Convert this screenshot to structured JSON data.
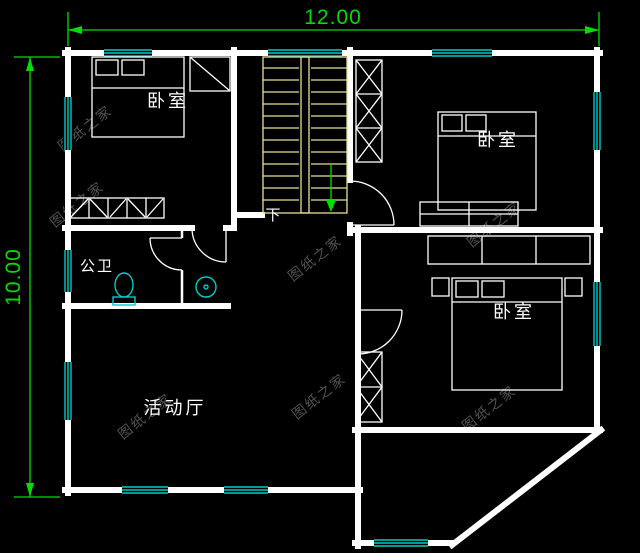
{
  "plan": {
    "dim_width": "12.00",
    "dim_height": "10.00",
    "rooms": {
      "bedroom_tl": "卧室",
      "bedroom_tr": "卧室",
      "bedroom_r": "卧室",
      "bathroom": "公卫",
      "hall": "活动厅",
      "stair_down": "下"
    },
    "watermark": "图纸之家",
    "colors": {
      "background": "#000000",
      "wall": "#ffffff",
      "dimension": "#00dd00",
      "window": "#00cccc",
      "stair": "#e8df96",
      "fixture": "#00cccc",
      "watermark": "#5d5d5d"
    }
  }
}
